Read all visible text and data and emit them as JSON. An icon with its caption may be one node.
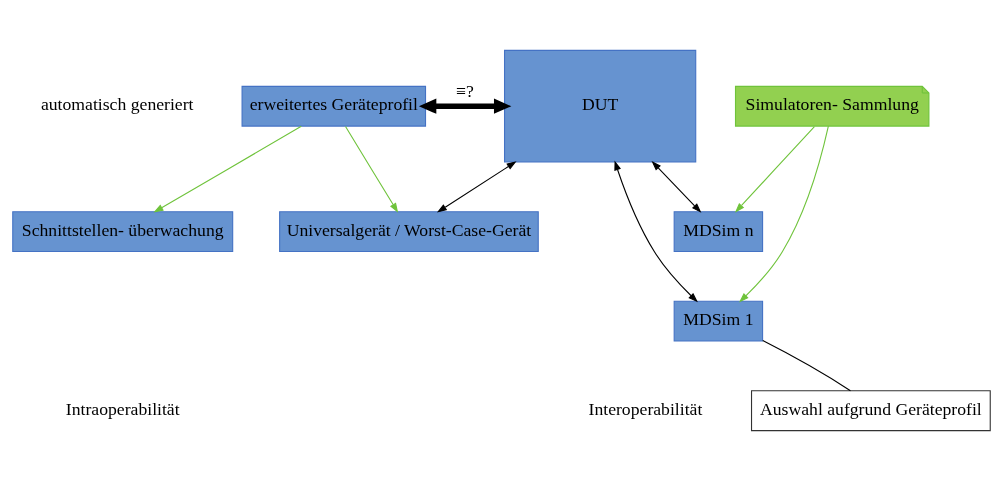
{
  "diagram": {
    "nodes": [
      {
        "text": [
          "erweitertes Geräteprofil"
        ]
      },
      {
        "text": [
          "DUT"
        ]
      },
      {
        "text": [
          "Simulatoren- Sammlung"
        ]
      },
      {
        "text": [
          "MDSim n"
        ]
      },
      {
        "text": [
          "MDSim 1"
        ]
      },
      {
        "text": [
          "Schnittstellen- überwachung"
        ]
      },
      {
        "text": [
          "Universalgerät / Worst-Case-Gerät"
        ]
      },
      {
        "text": [
          "Auswahl aufgrund Geräteprofil"
        ]
      }
    ],
    "edges": [
      {
        "from": 0,
        "to": 1,
        "arrow": "both",
        "label": "≡?",
        "style": "thick"
      },
      {
        "from": 0,
        "to": 5,
        "arrow": "to",
        "color": "#6fc33b"
      },
      {
        "from": 0,
        "to": 6,
        "arrow": "to",
        "color": "#6fc33b"
      },
      {
        "from": 6,
        "to": 1,
        "arrow": "both"
      },
      {
        "from": 1,
        "to": 3,
        "arrow": "both"
      },
      {
        "from": 1,
        "to": 4,
        "arrow": "both"
      },
      {
        "from": 2,
        "to": 3,
        "arrow": "to",
        "color": "#6fc33b"
      },
      {
        "from": 2,
        "to": 4,
        "arrow": "to",
        "color": "#6fc33b"
      },
      {
        "from": 7,
        "to": 4,
        "arrow": "none"
      }
    ],
    "labels": [
      "automatisch generiert",
      "Intraoperabilität",
      "Interoperabilität"
    ]
  }
}
